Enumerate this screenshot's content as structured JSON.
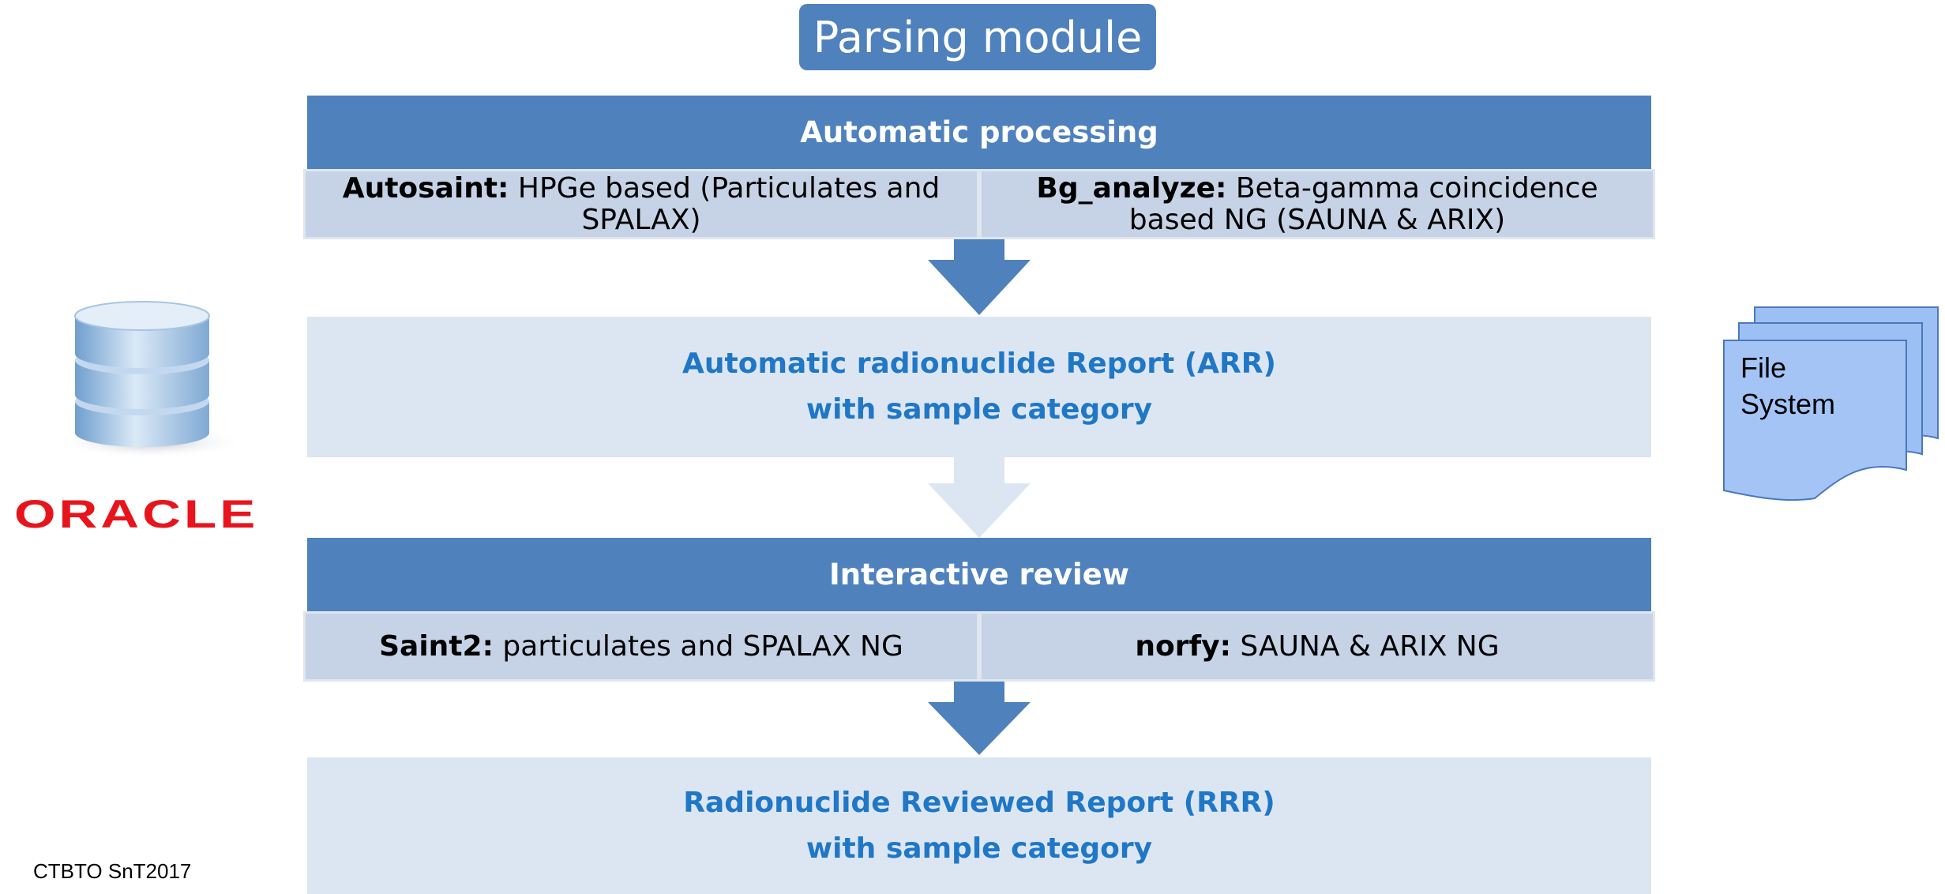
{
  "title": "Parsing module",
  "auto": {
    "header": "Automatic processing",
    "left_bold": "Autosaint:",
    "left_text": " HPGe based (Particulates and SPALAX)",
    "right_bold": "Bg_analyze:",
    "right_text": " Beta-gamma coincidence based NG (SAUNA & ARIX)"
  },
  "arr": {
    "line1": "Automatic radionuclide Report (ARR)",
    "line2": "with sample category"
  },
  "review": {
    "header": "Interactive review",
    "left_bold": "Saint2:",
    "left_text": " particulates and SPALAX NG",
    "right_bold": "norfy:",
    "right_text": " SAUNA & ARIX NG"
  },
  "rrr": {
    "line1": "Radionuclide Reviewed Report (RRR)",
    "line2": "with sample category"
  },
  "logo": "ORACLE",
  "filesystem": {
    "line1": "File",
    "line2": "System"
  },
  "footer": "CTBTO SnT2017",
  "colors": {
    "band": "#4f81bd",
    "cell": "#c6d3e6",
    "report_bg": "#dce6f2",
    "report_text": "#1f77c6",
    "oracle_red": "#e8141c"
  },
  "icons": [
    "database-icon",
    "file-stack-icon",
    "arrow-down-icon"
  ]
}
